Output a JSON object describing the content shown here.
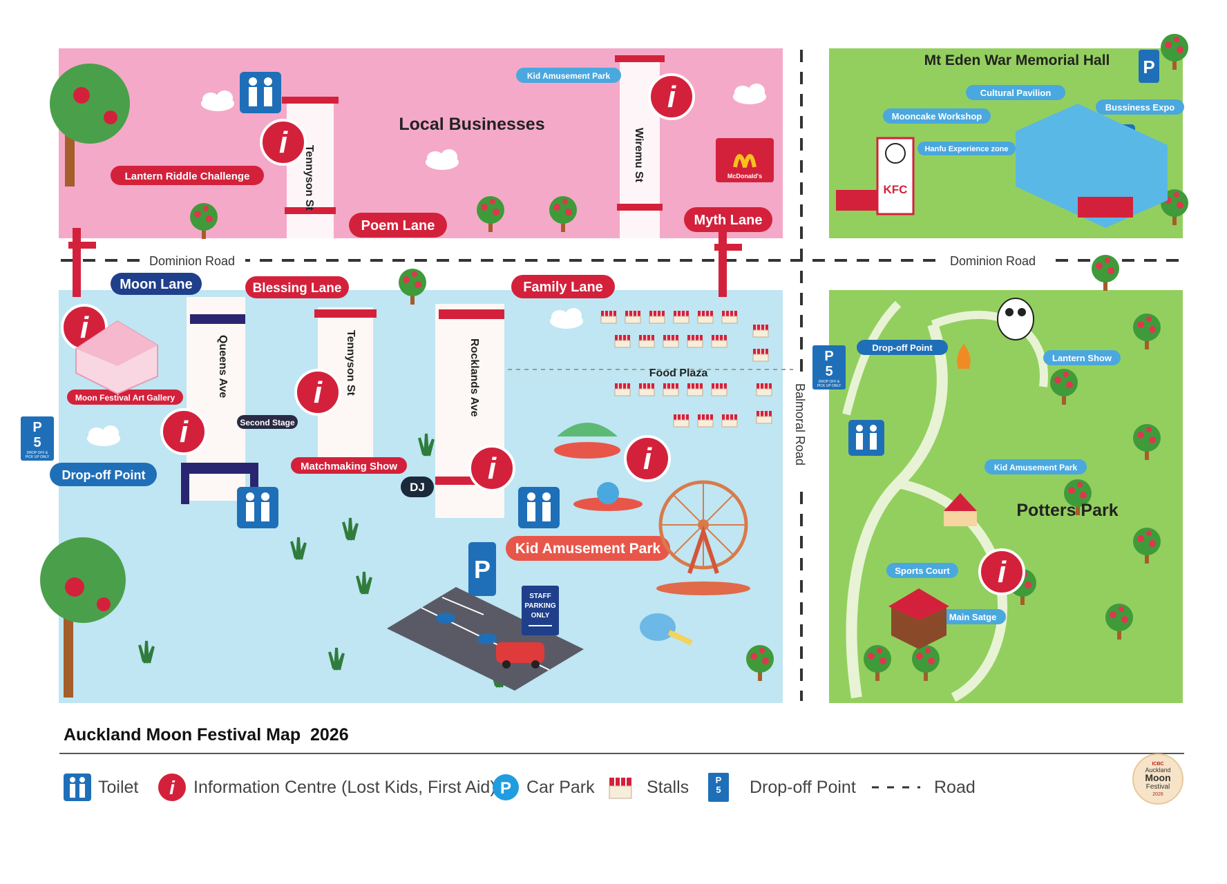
{
  "map": {
    "roads": {
      "dominion_west": "Dominion Road",
      "dominion_east": "Dominion Road",
      "balmoral": "Balmoral Road"
    },
    "zones": {
      "local_businesses": "Local Businesses",
      "mt_eden": "Mt Eden War Memorial Hall",
      "potters_park": "Potters Park",
      "food_plaza": "Food Plaza"
    },
    "streets": {
      "tennyson_north": "Tennyson St",
      "wiremu": "Wiremu St",
      "queens": "Queens Ave",
      "tennyson_south": "Tennyson St",
      "rocklands": "Rocklands Ave"
    },
    "lanes": {
      "poem": "Poem Lane",
      "myth": "Myth Lane",
      "moon": "Moon Lane",
      "blessing": "Blessing Lane",
      "family": "Family Lane"
    },
    "labels": {
      "lantern_riddle": "Lantern Riddle Challenge",
      "kid_amusement_north": "Kid Amusement Park",
      "moon_gallery": "Moon Festival Art Gallery",
      "second_stage": "Second Stage",
      "matchmaking": "Matchmaking Show",
      "dj": "DJ",
      "kid_amusement_main": "Kid Amusement Park",
      "drop_off_west": "Drop-off Point",
      "cultural_pavilion": "Cultural Pavilion",
      "mooncake_workshop": "Mooncake Workshop",
      "bussiness_expo": "Bussiness Expo",
      "hanfu": "Hanfu Experience zone",
      "drop_off_east": "Drop-off Point",
      "lantern_show": "Lantern Show",
      "kid_amusement_east": "Kid Amusement Park",
      "sports_court": "Sports Court",
      "main_stage": "Main Satge"
    },
    "brands": {
      "mcdonalds": "McDonald's",
      "kfc": "KFC"
    },
    "signs": {
      "staff_parking": [
        "STAFF",
        "PARKING",
        "ONLY"
      ],
      "p5_letter": "P",
      "p5_number": "5",
      "p5_caption": [
        "DROP OFF &",
        "PICK UP ONLY"
      ],
      "parking_letter": "P",
      "info_letter": "i"
    }
  },
  "footer": {
    "title": "Auckland Moon Festival Map  2026",
    "logo_lines": [
      "ICBC",
      "Auckland",
      "Moon",
      "Festival",
      "2026"
    ]
  },
  "legend": [
    {
      "icon": "toilet-icon",
      "label": "Toilet"
    },
    {
      "icon": "info-centre-icon",
      "label": "Information Centre (Lost Kids, First Aid)"
    },
    {
      "icon": "car-park-icon",
      "label": "Car Park"
    },
    {
      "icon": "stalls-icon",
      "label": "Stalls"
    },
    {
      "icon": "drop-off-icon",
      "label": "Drop-off Point"
    },
    {
      "icon": "road-icon",
      "label": "Road"
    }
  ],
  "colors": {
    "pink_zone": "#f4a9c8",
    "blue_zone": "#bfe6f2",
    "green_zone": "#93cf5e",
    "brand_red": "#d4213b",
    "sign_blue": "#1f6fb8",
    "navy_label": "#1f3f8a"
  }
}
